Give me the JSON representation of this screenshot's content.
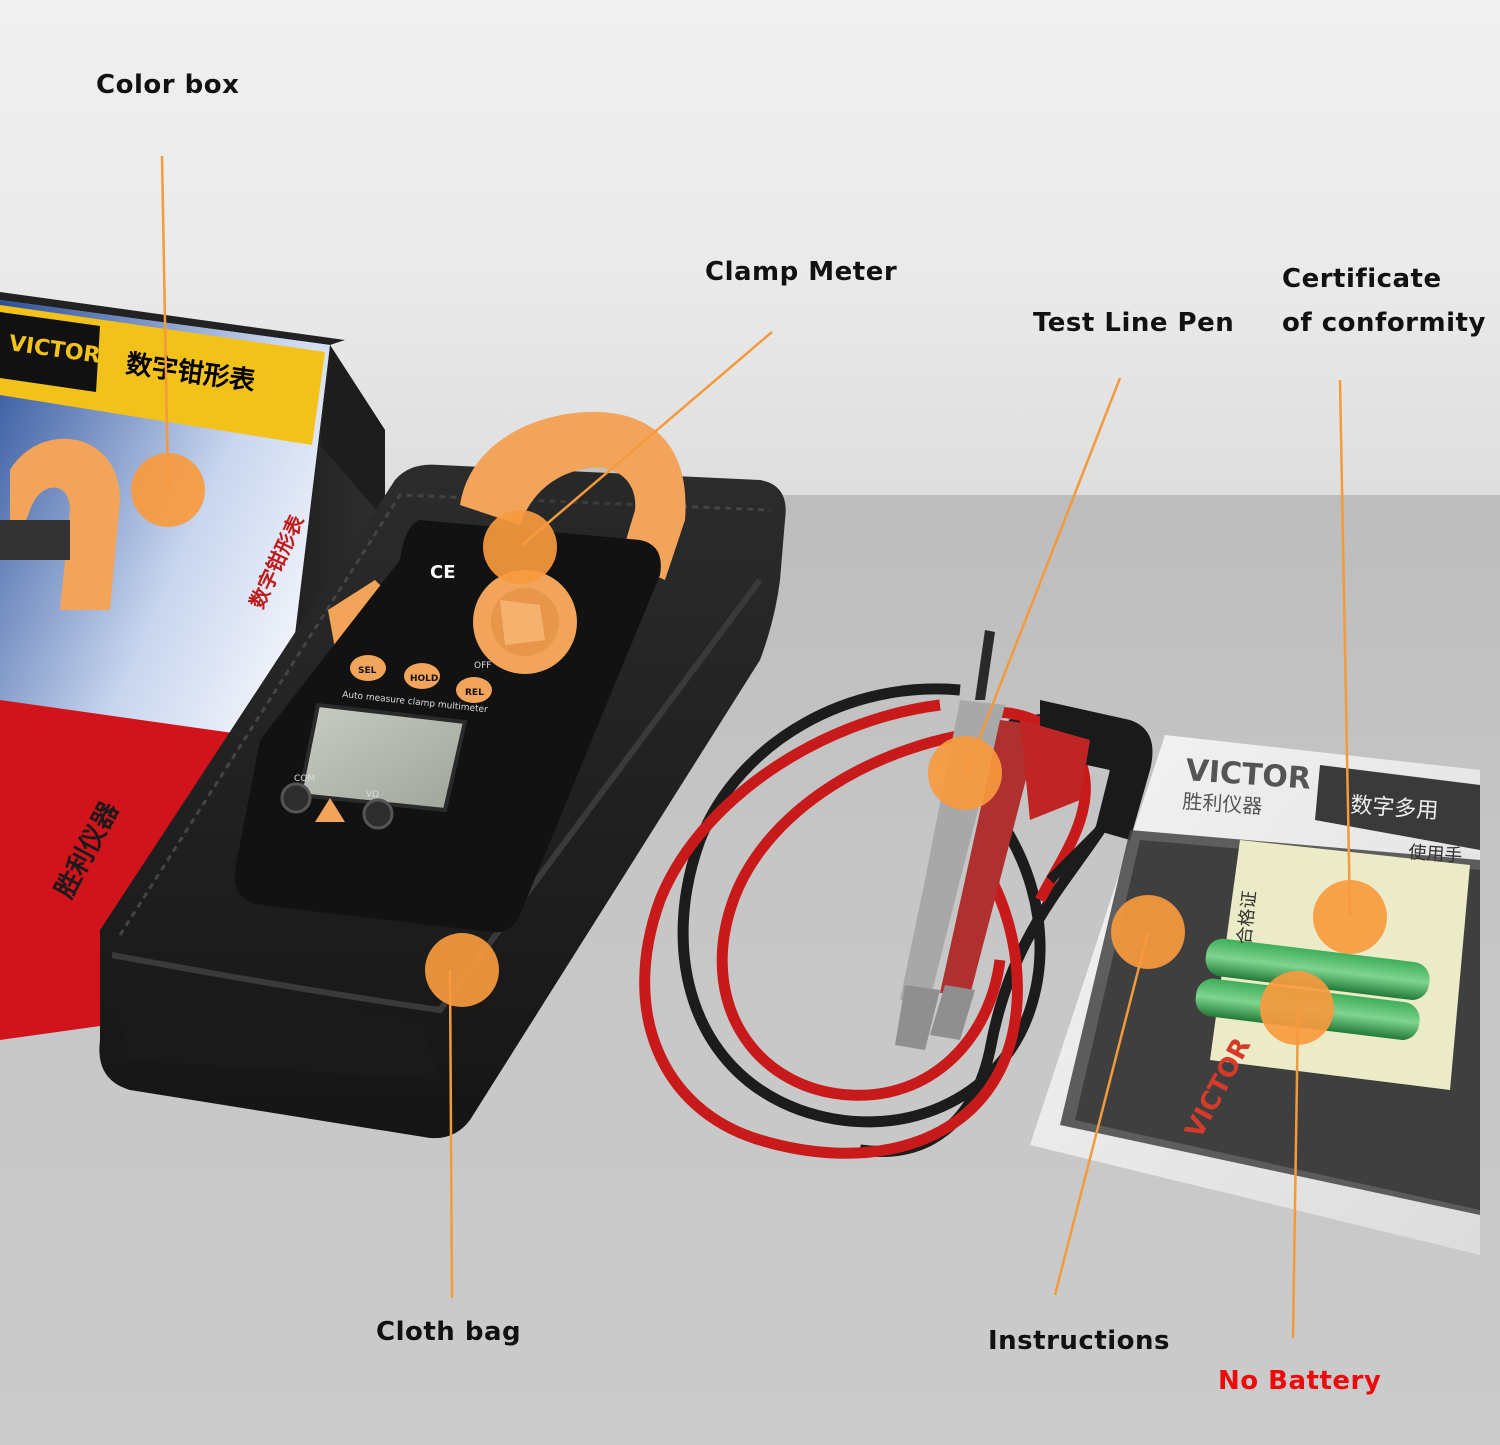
{
  "labels": {
    "color_box": "Color box",
    "clamp_meter": "Clamp Meter",
    "test_line_pen": "Test Line Pen",
    "certificate_line1": "Certificate",
    "certificate_line2": "of conformity",
    "cloth_bag": "Cloth bag",
    "instructions": "Instructions",
    "no_battery": "No Battery"
  },
  "box": {
    "brand": "VICTOR",
    "title": "数字钳形表",
    "side_text": "胜利仪器",
    "side_title": "数字钳形表"
  },
  "meter": {
    "ce_mark": "CE",
    "buttons": [
      "SEL",
      "HOLD",
      "REL"
    ],
    "caption": "Auto measure clamp multimeter",
    "jack_com": "COM",
    "jack_v": "VΩ",
    "dial_off": "OFF"
  },
  "manual": {
    "brand": "VICTOR",
    "brand_cn": "胜利仪器",
    "title": "数字多用",
    "subtitle": "使用手"
  },
  "certificate": {
    "text": "合格证"
  },
  "colors": {
    "accent_orange": "#f79a3e",
    "callout_line": "#f39a3c",
    "meter_orange": "#f2a45a",
    "no_battery_red": "#ee0a0a"
  }
}
